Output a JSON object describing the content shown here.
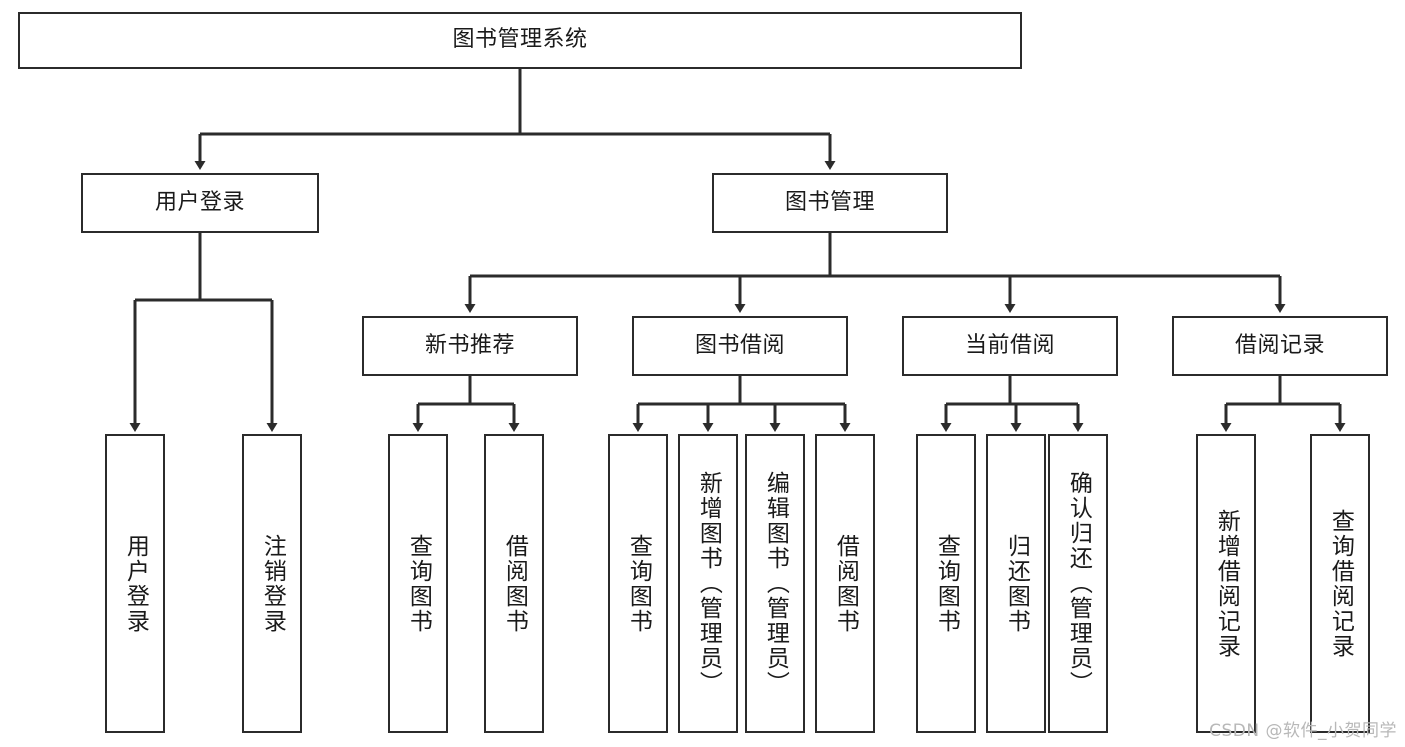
{
  "diagram": {
    "title": "图书管理系统",
    "type": "tree-structure-chart",
    "root": {
      "label": "图书管理系统"
    },
    "level2": [
      {
        "label": "用户登录"
      },
      {
        "label": "图书管理"
      }
    ],
    "level3": [
      {
        "label": "新书推荐"
      },
      {
        "label": "图书借阅"
      },
      {
        "label": "当前借阅"
      },
      {
        "label": "借阅记录"
      }
    ],
    "leaves": {
      "user_login": [
        {
          "label": "用户登录"
        },
        {
          "label": "注销登录"
        }
      ],
      "new_book_recommend": [
        {
          "label": "查询图书"
        },
        {
          "label": "借阅图书"
        }
      ],
      "book_borrow": [
        {
          "label": "查询图书"
        },
        {
          "label": "新增图书（管理员）"
        },
        {
          "label": "编辑图书（管理员）"
        },
        {
          "label": "借阅图书"
        }
      ],
      "current_borrow": [
        {
          "label": "查询图书"
        },
        {
          "label": "归还图书"
        },
        {
          "label": "确认归还（管理员）"
        }
      ],
      "borrow_record": [
        {
          "label": "新增借阅记录"
        },
        {
          "label": "查询借阅记录"
        }
      ]
    }
  },
  "watermark": {
    "text": "CSDN @软件_小贺同学"
  },
  "colors": {
    "stroke": "#2b2b2b",
    "background": "#ffffff",
    "text": "#1a1a1a",
    "watermark": "#b8b8b8"
  }
}
